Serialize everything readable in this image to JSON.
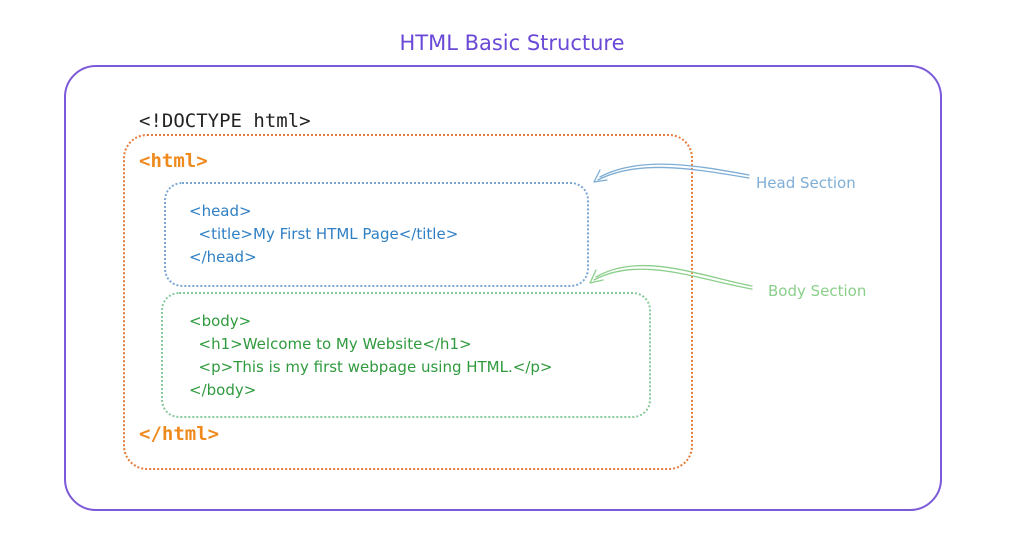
{
  "title": "HTML Basic Structure",
  "doctype": "<!DOCTYPE html>",
  "html_open": "<html>",
  "html_close": "</html>",
  "head_section": {
    "lines": [
      "<head>",
      "  <title>My First HTML Page</title>",
      "</head>"
    ],
    "label": "Head Section"
  },
  "body_section": {
    "lines": [
      "<body>",
      "  <h1>Welcome to My Website</h1>",
      "  <p>This is my first webpage using HTML.</p>",
      "</body>"
    ],
    "label": "Body Section"
  },
  "colors": {
    "title": "#6a49d6",
    "outer_frame": "#7b5ad9",
    "html_tag": "#ef8a1f",
    "html_box": "#e57c3a",
    "head": "#2f7fc4",
    "head_box": "#7aa6d6",
    "head_label": "#7eaed6",
    "body": "#2f9a3e",
    "body_box": "#86c99a",
    "body_label": "#8bcf8b"
  }
}
